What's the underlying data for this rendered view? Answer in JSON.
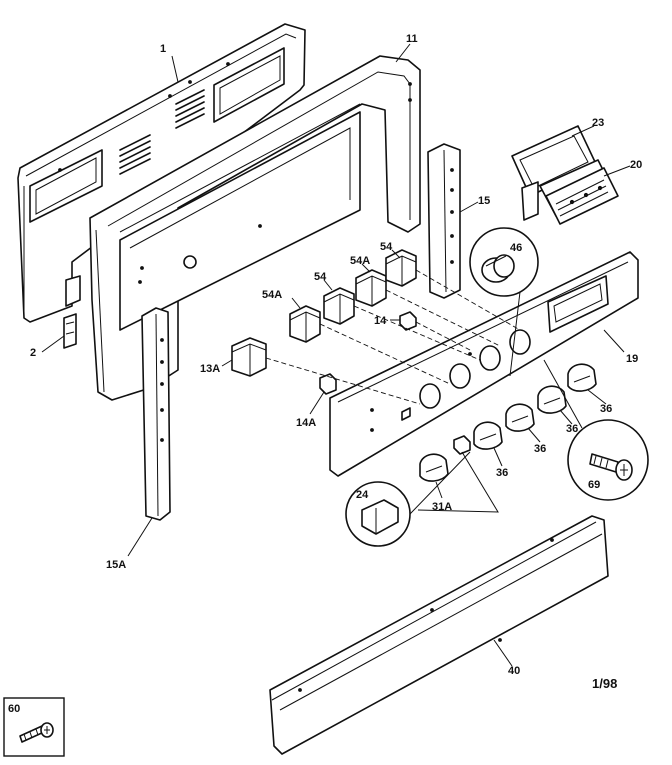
{
  "labels": {
    "p1": "1",
    "p2": "2",
    "p11": "11",
    "p13a": "13A",
    "p14": "14",
    "p14a": "14A",
    "p15": "15",
    "p15a": "15A",
    "p19": "19",
    "p20": "20",
    "p23": "23",
    "p24": "24",
    "p31a_knob": "31A",
    "p31a_switch": "31A",
    "p36_a": "36",
    "p36_b": "36",
    "p36_c": "36",
    "p36_d": "36",
    "p40": "40",
    "p46": "46",
    "p54_a": "54",
    "p54_b": "54",
    "p54a_a": "54A",
    "p54a_b": "54A",
    "p60": "60",
    "p69": "69"
  },
  "revision_mark": "1/98"
}
